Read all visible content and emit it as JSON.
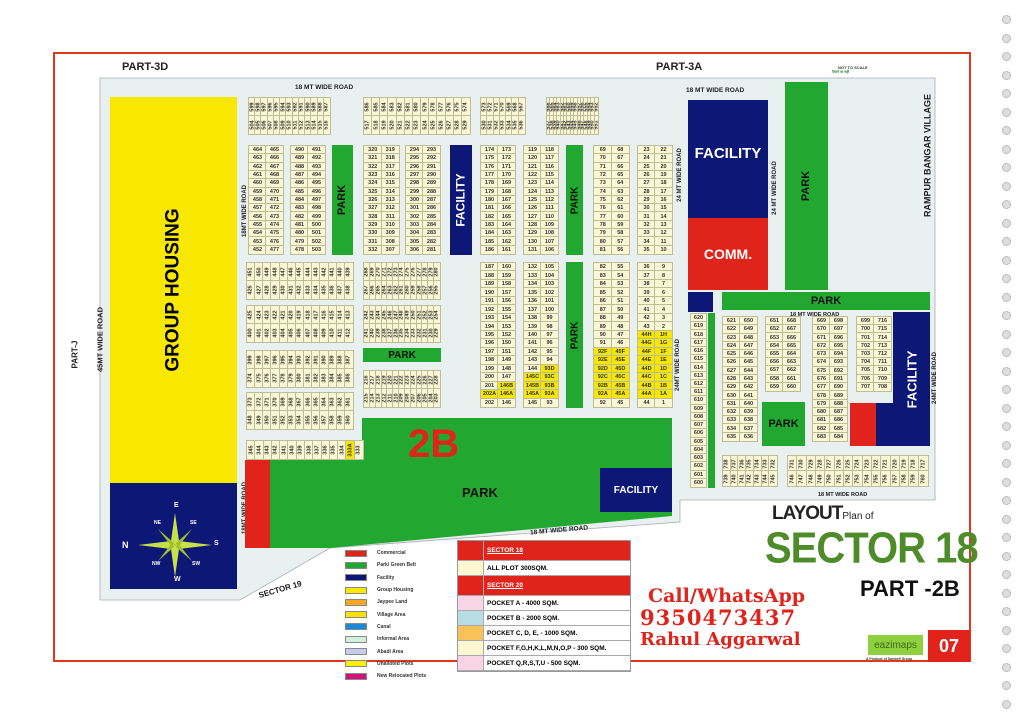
{
  "header": {
    "part_left": "PART-3D",
    "part_right": "PART-3A",
    "scale_note": "NOT TO SCALE",
    "scale_note_hindi": "पैमाने पर नहीं"
  },
  "roads": {
    "top": "18 MT WIDE ROAD",
    "left_inner": "18MT WIDE ROAD",
    "left_main": "45MT WIDE ROAD",
    "part_j": "PART-J",
    "top_right": "18 MT WIDE ROAD",
    "right_24a": "24 MT WIDE ROAD",
    "right_24b": "24 MT WIDE ROAD",
    "village": "RAMPUR BANGAR VILLAGE",
    "right_top": "18 MT WIDE ROAD",
    "right_left": "24MT WIDE ROAD",
    "right_right": "24MT WIDE ROAD",
    "right_bottom": "18 MT WIDE ROAD",
    "bottom_left": "18MT WIDE ROAD",
    "bottom": "18 MT WIDE ROAD",
    "sector19": "SECTOR 19"
  },
  "zones": {
    "group_housing": "GROUP HOUSING",
    "park": "PARK",
    "facility": "FACILITY",
    "comm": "COMM.",
    "part_label": "2B"
  },
  "compass": {
    "n": "N",
    "e": "E",
    "s": "S",
    "w": "W",
    "ne": "NE",
    "se": "SE",
    "sw": "SW",
    "nw": "NW"
  },
  "colors": {
    "commercial": "#e0231b",
    "park": "#22a830",
    "facility": "#0c1776",
    "group_housing": "#f8e800",
    "jaypee": "#f5a623",
    "village": "#f8e000",
    "canal": "#1e88d8",
    "informal": "#d6f0e0",
    "abadi": "#c4cdf0",
    "unalloted": "#f8f000",
    "relocated": "#d0127a",
    "plot": "#fbf6d4"
  },
  "legend": [
    {
      "label": "Commercial",
      "color": "#e0231b"
    },
    {
      "label": "Park/ Green Belt",
      "color": "#22a830"
    },
    {
      "label": "Facility",
      "color": "#0c1776"
    },
    {
      "label": "Group Housing",
      "color": "#f8e800"
    },
    {
      "label": "Jaypee Land",
      "color": "#f5a623"
    },
    {
      "label": "Village Area",
      "color": "#f8e000"
    },
    {
      "label": "Canal",
      "color": "#1e88d8"
    },
    {
      "label": "Informal Area",
      "color": "#d6f0e0"
    },
    {
      "label": "Abadi Area",
      "color": "#c4cdf0"
    },
    {
      "label": "Unalloted Plots",
      "color": "#f8f000"
    },
    {
      "label": "New Relocated Plots",
      "color": "#d0127a"
    }
  ],
  "plot_table": {
    "sector18": "SECTOR 18",
    "sector18_row": {
      "label": "ALL PLOT  300SQM.",
      "color": "#fdf7cf"
    },
    "sector20": "SECTOR 20",
    "rows": [
      {
        "label": "POCKET A   - 4000 SQM.",
        "color": "#f9d4e4"
      },
      {
        "label": "POCKET B   - 2000 SQM.",
        "color": "#b7dde2"
      },
      {
        "label": "POCKET C, D, E, - 1000 SQM.",
        "color": "#f8c15a"
      },
      {
        "label": "POCKET   F,G,H,K,L,M,N,O,P  - 300 SQM.",
        "color": "#fdf7cf"
      },
      {
        "label": "POCKET Q,R,S,T,U   - 500 SQM.",
        "color": "#f9d4e4"
      }
    ]
  },
  "contact": {
    "line1": "Call/WhatsApp",
    "phone": "9350473437",
    "name": "Rahul Aggarwal"
  },
  "title": {
    "layout": "LAYOUT",
    "plan_of": "Plan of",
    "sector": "SECTOR 18",
    "part": "PART -2B"
  },
  "brand": {
    "logo": "eazimaps",
    "tagline": "A Product of Sandeff Group",
    "page": "07"
  },
  "plots": {
    "sA": {
      "top": [
        "599",
        "598",
        "597",
        "596",
        "595",
        "594",
        "593",
        "592",
        "591",
        "590",
        "589",
        "588",
        "587"
      ],
      "bottom": [
        "504",
        "505",
        "506",
        "507",
        "508",
        "509",
        "510",
        "511",
        "512",
        "513",
        "514",
        "515",
        "516"
      ]
    },
    "sB": {
      "top": [
        "586",
        "585",
        "584",
        "583",
        "582",
        "581",
        "580",
        "579",
        "578",
        "577",
        "576",
        "575",
        "574"
      ],
      "bottom": [
        "517",
        "518",
        "519",
        "520",
        "521",
        "522",
        "523",
        "524",
        "525",
        "526",
        "527",
        "528",
        "529"
      ]
    },
    "sC": {
      "top": [
        "573",
        "572",
        "571",
        "570",
        "569",
        "568",
        "567"
      ],
      "bottom": [
        "530",
        "531",
        "532",
        "533",
        "534",
        "535",
        "536"
      ]
    },
    "sD": {
      "top": [
        "566",
        "565",
        "564",
        "563",
        "562",
        "561",
        "560",
        "559",
        "558",
        "557",
        "556",
        "555",
        "554",
        "553",
        "552"
      ],
      "bottom": [
        "537",
        "538",
        "539",
        "540",
        "541",
        "542",
        "543",
        "544",
        "545",
        "546",
        "547",
        "548",
        "549",
        "550",
        "551"
      ]
    },
    "v1": {
      "left": [
        "464",
        "463",
        "462",
        "461",
        "460",
        "459",
        "458",
        "457",
        "456",
        "455",
        "454",
        "453",
        "452"
      ],
      "right": [
        "465",
        "466",
        "467",
        "468",
        "469",
        "470",
        "471",
        "472",
        "473",
        "474",
        "475",
        "476",
        "477"
      ]
    },
    "v2": {
      "left": [
        "490",
        "489",
        "488",
        "487",
        "486",
        "485",
        "484",
        "483",
        "482",
        "481",
        "480",
        "479",
        "478"
      ],
      "right": [
        "491",
        "492",
        "493",
        "494",
        "495",
        "496",
        "497",
        "498",
        "499",
        "500",
        "501",
        "502",
        "503"
      ]
    },
    "v3": {
      "left": [
        "320",
        "321",
        "322",
        "323",
        "324",
        "325",
        "326",
        "327",
        "328",
        "329",
        "330",
        "331",
        "332"
      ],
      "right": [
        "319",
        "318",
        "317",
        "316",
        "315",
        "314",
        "313",
        "312",
        "311",
        "310",
        "309",
        "308",
        "307"
      ]
    },
    "v4": {
      "left": [
        "294",
        "295",
        "296",
        "297",
        "298",
        "299",
        "300",
        "301",
        "302",
        "303",
        "304",
        "305",
        "306"
      ],
      "right": [
        "293",
        "292",
        "291",
        "290",
        "289",
        "288",
        "287",
        "286",
        "285",
        "284",
        "283",
        "282",
        "281"
      ]
    },
    "v5": {
      "left": [
        "174",
        "175",
        "176",
        "177",
        "178",
        "179",
        "180",
        "181",
        "182",
        "183",
        "184",
        "185",
        "186"
      ],
      "right": [
        "173",
        "172",
        "171",
        "170",
        "169",
        "168",
        "167",
        "166",
        "165",
        "164",
        "163",
        "162",
        "161"
      ]
    },
    "v6": {
      "left": [
        "119",
        "120",
        "121",
        "122",
        "123",
        "124",
        "125",
        "126",
        "127",
        "128",
        "129",
        "130",
        "131"
      ],
      "right": [
        "118",
        "117",
        "116",
        "115",
        "114",
        "113",
        "112",
        "111",
        "110",
        "109",
        "108",
        "107",
        "106"
      ]
    },
    "v7": {
      "left": [
        "69",
        "70",
        "71",
        "72",
        "73",
        "74",
        "75",
        "76",
        "77",
        "78",
        "79",
        "80",
        "81"
      ],
      "right": [
        "68",
        "67",
        "66",
        "65",
        "64",
        "63",
        "62",
        "61",
        "60",
        "59",
        "58",
        "57",
        "56"
      ]
    },
    "v8": {
      "left": [
        "23",
        "24",
        "25",
        "26",
        "27",
        "28",
        "29",
        "30",
        "31",
        "32",
        "33",
        "34",
        "35"
      ],
      "right": [
        "22",
        "21",
        "20",
        "19",
        "18",
        "17",
        "16",
        "15",
        "14",
        "13",
        "12",
        "11",
        "10"
      ]
    },
    "h1": {
      "top": [
        "451",
        "450",
        "449",
        "448",
        "447",
        "446",
        "445",
        "444",
        "443",
        "442",
        "441",
        "440",
        "439"
      ],
      "bottom": [
        "426",
        "427",
        "428",
        "429",
        "430",
        "431",
        "432",
        "433",
        "434",
        "435",
        "436",
        "437",
        "438"
      ]
    },
    "h2": {
      "top": [
        "425",
        "424",
        "423",
        "422",
        "421",
        "420",
        "419",
        "418",
        "417",
        "416",
        "415",
        "414",
        "413"
      ],
      "bottom": [
        "400",
        "401",
        "402",
        "403",
        "404",
        "405",
        "406",
        "407",
        "408",
        "409",
        "410",
        "411",
        "412"
      ]
    },
    "h3": {
      "top": [
        "399",
        "398",
        "397",
        "396",
        "395",
        "394",
        "393",
        "392",
        "391",
        "390",
        "389",
        "388",
        "387"
      ],
      "bottom": [
        "374",
        "375",
        "376",
        "377",
        "378",
        "379",
        "380",
        "381",
        "382",
        "383",
        "384",
        "385",
        "386"
      ]
    },
    "h4": {
      "top": [
        "373",
        "372",
        "371",
        "370",
        "369",
        "368",
        "367",
        "366",
        "365",
        "364",
        "363",
        "362",
        "361"
      ],
      "bottom": [
        "348",
        "349",
        "350",
        "351",
        "352",
        "353",
        "354",
        "355",
        "356",
        "357",
        "358",
        "359",
        "360"
      ]
    },
    "h5": {
      "top": [
        "345",
        "344",
        "343",
        "342",
        "341",
        "340",
        "339",
        "338",
        "337",
        "336",
        "335",
        "334",
        "333A",
        "333"
      ]
    },
    "h6": {
      "top": [
        "268",
        "269",
        "270",
        "271",
        "272",
        "273",
        "274",
        "275",
        "276",
        "277",
        "278",
        "279",
        "280"
      ],
      "bottom": [
        "267",
        "266",
        "265",
        "264",
        "263",
        "262",
        "261",
        "260",
        "259",
        "258",
        "257",
        "256",
        "255"
      ]
    },
    "h7": {
      "top": [
        "242",
        "243",
        "244",
        "245",
        "246",
        "247",
        "248",
        "249",
        "250",
        "251",
        "252",
        "253",
        "254"
      ],
      "bottom": [
        "241",
        "240",
        "239",
        "238",
        "237",
        "236",
        "235",
        "234",
        "233",
        "232",
        "231",
        "230",
        "229"
      ]
    },
    "h8": {
      "top": [
        "216",
        "217",
        "218",
        "219",
        "220",
        "221",
        "222",
        "223",
        "224",
        "225",
        "226",
        "227",
        "228"
      ],
      "bottom": [
        "215",
        "214",
        "213",
        "212",
        "211",
        "210",
        "209",
        "208",
        "207",
        "206",
        "205",
        "204",
        "203"
      ]
    },
    "v9": {
      "left": [
        "187",
        "188",
        "189",
        "190",
        "191",
        "192",
        "193",
        "194",
        "195",
        "196",
        "197",
        "198",
        "199",
        "200",
        "201",
        "202A",
        "202"
      ],
      "right": [
        "160",
        "159",
        "158",
        "157",
        "156",
        "155",
        "154",
        "153",
        "152",
        "150",
        "151",
        "149",
        "148",
        "147",
        "146B",
        "146A",
        "146"
      ]
    },
    "v10": {
      "left": [
        "132",
        "133",
        "134",
        "135",
        "136",
        "137",
        "138",
        "139",
        "140",
        "141",
        "142",
        "143",
        "144",
        "145C",
        "145B",
        "145A",
        "145"
      ],
      "right": [
        "105",
        "104",
        "103",
        "102",
        "101",
        "100",
        "99",
        "98",
        "97",
        "96",
        "95",
        "94",
        "93D",
        "93C",
        "93B",
        "93A",
        "93"
      ]
    },
    "v11": {
      "left": [
        "82",
        "83",
        "84",
        "85",
        "86",
        "87",
        "88",
        "89",
        "90",
        "91",
        "92F",
        "92E",
        "92D",
        "92C",
        "92B",
        "92A",
        "92"
      ],
      "right": [
        "55",
        "54",
        "53",
        "52",
        "51",
        "50",
        "49",
        "48",
        "47",
        "46",
        "45F",
        "45E",
        "45D",
        "45C",
        "45B",
        "45A",
        "45"
      ]
    },
    "v12": {
      "left": [
        "36",
        "37",
        "38",
        "39",
        "40",
        "41",
        "42",
        "43",
        "44H",
        "44G",
        "44F",
        "44E",
        "44D",
        "44C",
        "44B",
        "44A",
        "44"
      ],
      "right": [
        "9",
        "8",
        "7",
        "6",
        "5",
        "4",
        "3",
        "2",
        "1H",
        "1G",
        "1F",
        "1E",
        "1D",
        "1C",
        "1B",
        "1A",
        "1"
      ]
    },
    "c1": {
      "left": [
        "620",
        "619",
        "618",
        "617",
        "616",
        "615",
        "614",
        "613",
        "612",
        "611",
        "610",
        "609",
        "608",
        "607",
        "606",
        "605",
        "604",
        "603",
        "602",
        "601",
        "600"
      ]
    },
    "v13": {
      "left": [
        "621",
        "622",
        "623",
        "624",
        "625",
        "626",
        "627",
        "628",
        "629",
        "630",
        "631",
        "632",
        "633",
        "634",
        "635"
      ],
      "right": [
        "650",
        "649",
        "648",
        "647",
        "646",
        "645",
        "644",
        "643",
        "642",
        "641",
        "640",
        "639",
        "638",
        "637",
        "636"
      ]
    },
    "v14": {
      "left": [
        "651",
        "652",
        "653",
        "654",
        "655",
        "656",
        "657",
        "658",
        "659"
      ],
      "right": [
        "668",
        "667",
        "666",
        "665",
        "664",
        "663",
        "662",
        "661",
        "660"
      ]
    },
    "v15": {
      "left": [
        "669",
        "670",
        "671",
        "672",
        "673",
        "674",
        "675",
        "676",
        "677",
        "678",
        "679",
        "680",
        "681",
        "682",
        "683"
      ],
      "right": [
        "698",
        "697",
        "696",
        "695",
        "694",
        "693",
        "692",
        "691",
        "690",
        "689",
        "688",
        "687",
        "686",
        "685",
        "684"
      ]
    },
    "v16": {
      "left": [
        "699",
        "700",
        "701",
        "702",
        "703",
        "704",
        "705",
        "706",
        "707"
      ],
      "right": [
        "716",
        "715",
        "714",
        "713",
        "712",
        "711",
        "710",
        "709",
        "708"
      ]
    },
    "h9": {
      "top": [
        "738",
        "737",
        "736",
        "735",
        "734",
        "733",
        "732"
      ],
      "bottom": [
        "739",
        "740",
        "741",
        "742",
        "743",
        "744",
        "745"
      ]
    },
    "h10": {
      "top": [
        "731",
        "730",
        "729",
        "728",
        "727",
        "726",
        "725",
        "724",
        "723",
        "722",
        "721",
        "720",
        "719",
        "718",
        "717"
      ],
      "bottom": [
        "746",
        "747",
        "748",
        "749",
        "750",
        "751",
        "752",
        "753",
        "754",
        "755",
        "756",
        "757",
        "758",
        "759",
        "760"
      ]
    }
  }
}
